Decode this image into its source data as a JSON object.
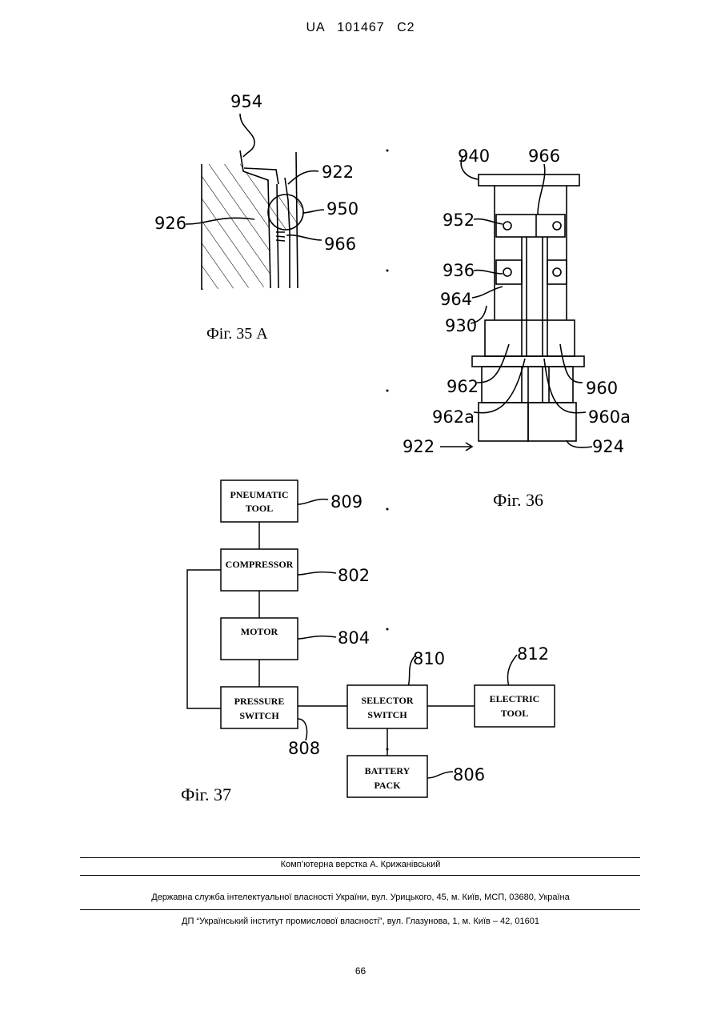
{
  "header": {
    "doc_id": "UA   101467   C2"
  },
  "fig35": {
    "title": "Фіг. 35 А",
    "labels": {
      "l954": "954",
      "l922": "922",
      "l950": "950",
      "l926": "926",
      "l966": "966"
    }
  },
  "fig36": {
    "title": "Фіг. 36",
    "labels": {
      "l940": "940",
      "l966": "966",
      "l952": "952",
      "l936": "936",
      "l964": "964",
      "l930": "930",
      "l962": "962",
      "l960": "960",
      "l962a": "962a",
      "l960a": "960a",
      "l922": "922",
      "l924": "924"
    }
  },
  "fig37": {
    "title": "Фіг. 37",
    "boxes": {
      "pneumatic_tool": [
        "PNEUMATIC",
        "TOOL"
      ],
      "compressor": [
        "COMPRESSOR"
      ],
      "motor": [
        "MOTOR"
      ],
      "pressure_switch": [
        "PRESSURE",
        "SWITCH"
      ],
      "selector_switch": [
        "SELECTOR",
        "SWITCH"
      ],
      "electric_tool": [
        "ELECTRIC",
        "TOOL"
      ],
      "battery_pack": [
        "BATTERY",
        "PACK"
      ]
    },
    "labels": {
      "l809": "809",
      "l802": "802",
      "l804": "804",
      "l810": "810",
      "l812": "812",
      "l808": "808",
      "l806": "806"
    }
  },
  "footer": {
    "line1": "Комп’ютерна верстка А. Крижанівський",
    "line2": "Державна служба інтелектуальної власності України, вул. Урицького, 45, м. Київ, МСП, 03680, Україна",
    "line3": "ДП “Український інститут промислової власності”, вул. Глазунова, 1, м. Київ – 42, 01601"
  },
  "page_number": "66"
}
